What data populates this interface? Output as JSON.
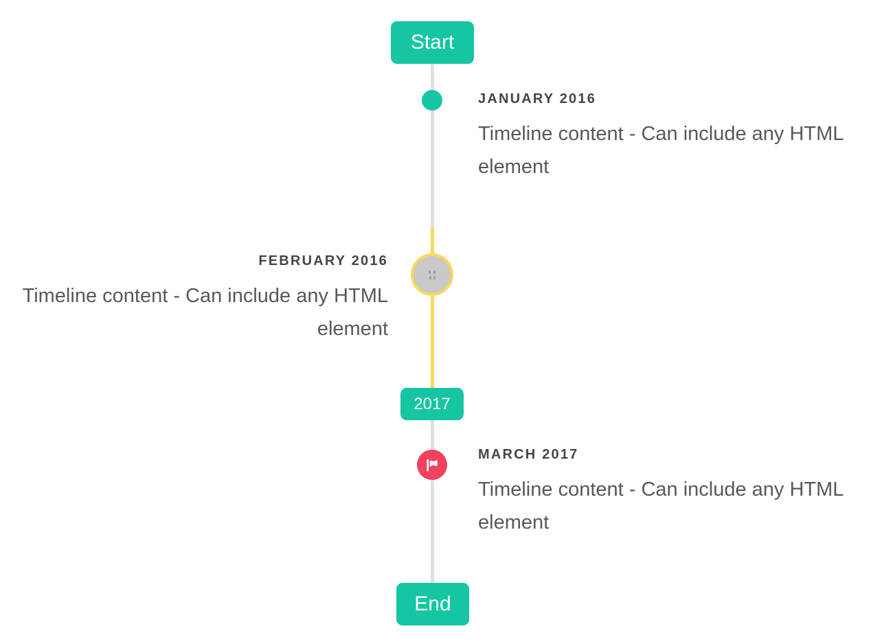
{
  "page": {
    "background": "#ffffff"
  },
  "timeline": {
    "start_badge": "Start",
    "year_badge": "2017",
    "end_badge": "End",
    "items": [
      {
        "date": "JANUARY 2016",
        "content": "Timeline content - Can include any HTML element",
        "side": "right",
        "marker": "teal-dot"
      },
      {
        "date": "FEBRUARY 2016",
        "content": "Timeline content - Can include any HTML element",
        "side": "left",
        "marker": "gray-circle-yellow-ring-broken-image"
      },
      {
        "date": "MARCH 2017",
        "content": "Timeline content - Can include any HTML element",
        "side": "right",
        "marker": "red-flag-circle"
      }
    ],
    "colors": {
      "accent_teal": "#16c6a2",
      "highlight_yellow": "#f8d85c",
      "flag_red": "#f1415f",
      "line_gray": "#dfdfdf",
      "selected_marker_fill": "#c9c9c9",
      "date_text": "#42464b",
      "content_text": "#55595e",
      "badge_text": "#ffffff"
    },
    "icons": {
      "flag": "flag-icon",
      "broken_image": "broken-image-icon"
    }
  }
}
